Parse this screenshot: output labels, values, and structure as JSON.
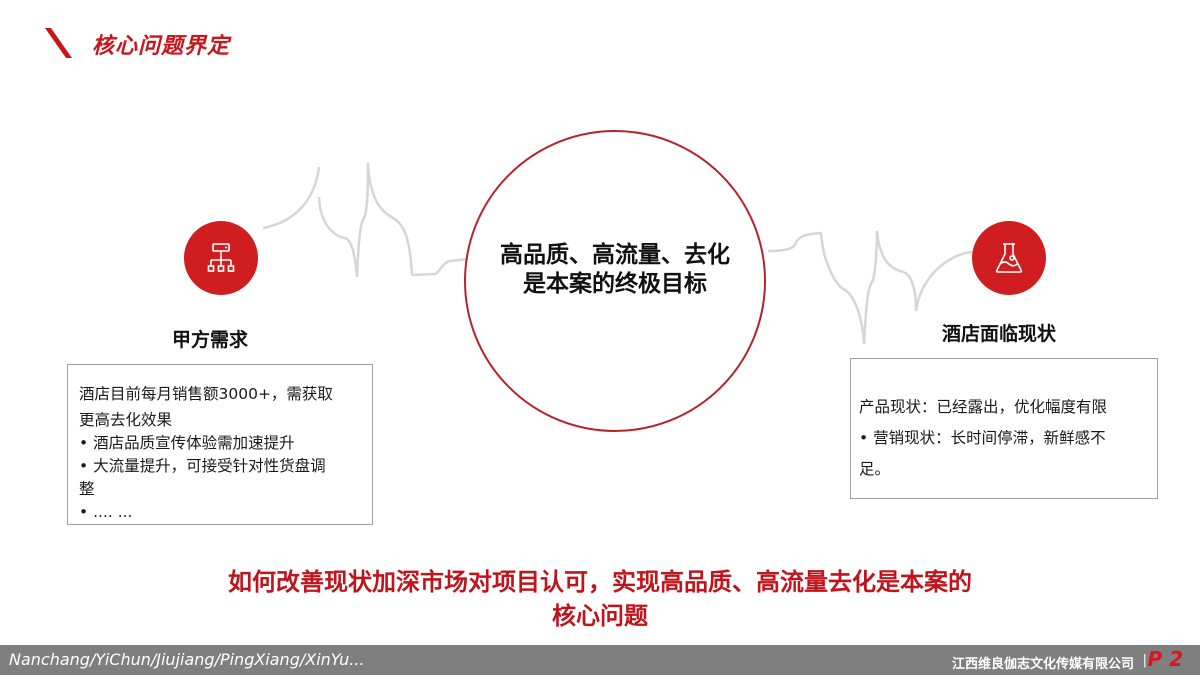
{
  "header": {
    "title": "核心问题界定",
    "accent_color": "#c8161d"
  },
  "center": {
    "line1": "高品质、高流量、去化",
    "line2": "是本案的终极目标"
  },
  "left_panel": {
    "icon": "hierarchy-icon",
    "heading": "甲方需求",
    "lines": [
      "酒店目前每月销售额3000+，需获取",
      "更高去化效果",
      "• 酒店品质宣传体验需加速提升",
      "• 大流量提升，可接受针对性货盘调",
      "整",
      "• .... ..."
    ]
  },
  "right_panel": {
    "icon": "flask-icon",
    "heading": "酒店面临现状",
    "lines": [
      "产品现状：已经露出，优化幅度有限",
      "• 营销现状：长时间停滞，新鲜感不",
      "足。"
    ]
  },
  "question": {
    "line1": "如何改善现状加深市场对项目认可，实现高品质、高流量去化是本案的",
    "line2": "核心问题"
  },
  "footer": {
    "cities": "Nanchang/YiChun/Jiujiang/PingXiang/XinYu...",
    "company": "江西维良伽志文化传媒有限公司",
    "separator": "|",
    "page": "P 2"
  }
}
